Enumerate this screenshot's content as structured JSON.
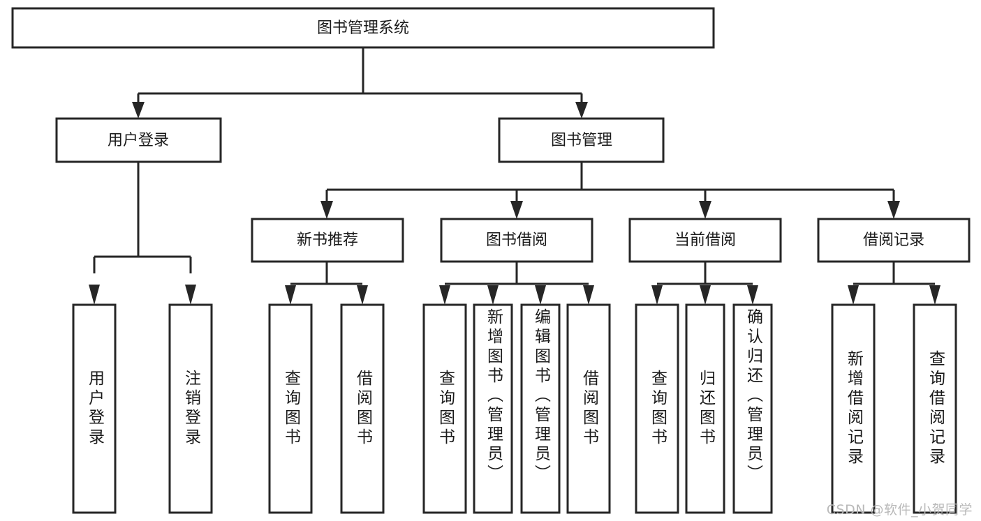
{
  "diagram": {
    "type": "tree",
    "title": "图书管理系统",
    "root": {
      "id": "root",
      "label": "图书管理系统"
    },
    "level2": [
      {
        "id": "user-login",
        "label": "用户登录"
      },
      {
        "id": "book-manage",
        "label": "图书管理"
      }
    ],
    "level3": [
      {
        "id": "new-book-recommend",
        "label": "新书推荐"
      },
      {
        "id": "book-borrow",
        "label": "图书借阅"
      },
      {
        "id": "current-borrow",
        "label": "当前借阅"
      },
      {
        "id": "borrow-record",
        "label": "借阅记录"
      }
    ],
    "leaves": [
      {
        "id": "leaf-user-login",
        "label": "用户登录",
        "parent": "user-login"
      },
      {
        "id": "leaf-logout",
        "label": "注销登录",
        "parent": "user-login"
      },
      {
        "id": "leaf-query-book-1",
        "label": "查询图书",
        "parent": "new-book-recommend"
      },
      {
        "id": "leaf-borrow-book-1",
        "label": "借阅图书",
        "parent": "new-book-recommend"
      },
      {
        "id": "leaf-query-book-2",
        "label": "查询图书",
        "parent": "book-borrow"
      },
      {
        "id": "leaf-add-book",
        "label": "新增图书（管理员）",
        "parent": "book-borrow"
      },
      {
        "id": "leaf-edit-book",
        "label": "编辑图书（管理员）",
        "parent": "book-borrow"
      },
      {
        "id": "leaf-borrow-book-2",
        "label": "借阅图书",
        "parent": "book-borrow"
      },
      {
        "id": "leaf-query-book-3",
        "label": "查询图书",
        "parent": "current-borrow"
      },
      {
        "id": "leaf-return-book",
        "label": "归还图书",
        "parent": "current-borrow"
      },
      {
        "id": "leaf-confirm-return",
        "label": "确认归还（管理员）",
        "parent": "current-borrow"
      },
      {
        "id": "leaf-add-record",
        "label": "新增借阅记录",
        "parent": "borrow-record"
      },
      {
        "id": "leaf-query-record",
        "label": "查询借阅记录",
        "parent": "borrow-record"
      }
    ],
    "colors": {
      "box_stroke": "#262626",
      "box_fill": "#ffffff",
      "text": "#1a1a1a",
      "background": "#ffffff",
      "watermark": "#b9b9b9"
    }
  },
  "watermark": {
    "text": "CSDN @软件_小贺同学"
  }
}
